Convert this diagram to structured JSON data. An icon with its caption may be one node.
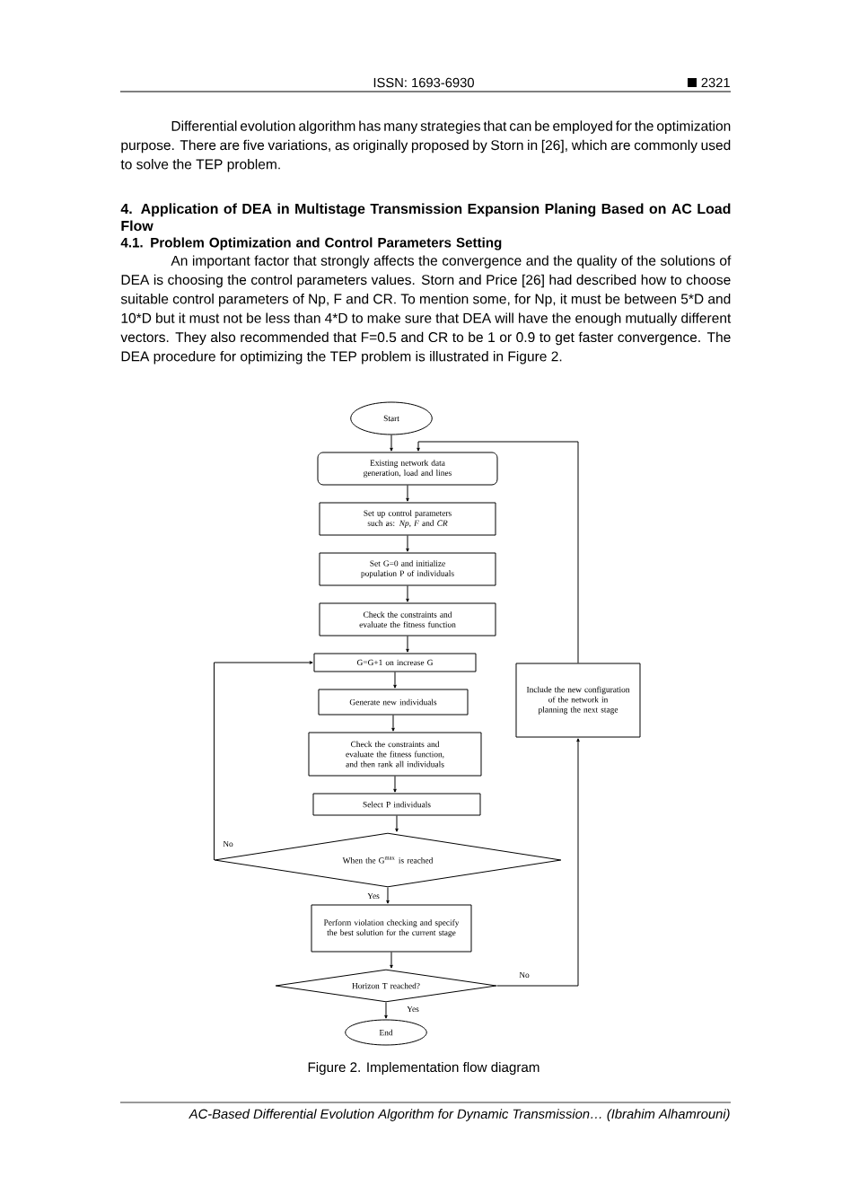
{
  "diagram": {
    "caption": "Figure 2. Implementation flow diagram",
    "nodes": [
      {
        "text": [
          "Start"
        ]
      },
      {
        "text": [
          "Existing network data generation, load and lines"
        ]
      },
      {
        "text": [
          "Set up control parameters such as: *Np*, *F* and *CR*"
        ]
      },
      {
        "text": [
          "Set G=0 and initialize population P of individuals"
        ]
      },
      {
        "text": [
          "Check the constraints and evaluate the fitness function"
        ]
      },
      {
        "text": [
          "G=G+1 on increase G"
        ]
      },
      {
        "text": [
          "Generate new individuals"
        ]
      },
      {
        "text": [
          "Check the constraints and evaluate the fitness function, and then rank all individuals"
        ]
      },
      {
        "text": [
          "Select P individuals"
        ]
      },
      {
        "text": [
          "When the G$^{max}$ is reached"
        ]
      },
      {
        "text": [
          "Perform violation checking and specify the best solution for the current stage"
        ]
      },
      {
        "text": [
          "Horizon T reached?"
        ]
      },
      {
        "text": [
          "End"
        ]
      },
      {
        "text": [
          "Include the new configuration of the network in planning the next stage"
        ]
      }
    ],
    "edges": [
      {
        "from": 0,
        "to": 1,
        "arrow": "to"
      },
      {
        "from": 1,
        "to": 2,
        "arrow": "to"
      },
      {
        "from": 2,
        "to": 3,
        "arrow": "to"
      },
      {
        "from": 3,
        "to": 4,
        "arrow": "to"
      },
      {
        "from": 4,
        "to": 5,
        "arrow": "to"
      },
      {
        "from": 5,
        "to": 6,
        "arrow": "to"
      },
      {
        "from": 6,
        "to": 7,
        "arrow": "to"
      },
      {
        "from": 7,
        "to": 8,
        "arrow": "to"
      },
      {
        "from": 8,
        "to": 9,
        "arrow": "to"
      },
      {
        "from": 9,
        "to": 10,
        "arrow": "to",
        "label": "Yes"
      },
      {
        "from": 10,
        "to": 11,
        "arrow": "to"
      },
      {
        "from": 11,
        "to": 12,
        "arrow": "to",
        "label": "Yes"
      },
      {
        "from": 9,
        "to": 5,
        "arrow": "to",
        "label": "No"
      },
      {
        "from": 11,
        "to": 13,
        "arrow": "to",
        "label": "No"
      },
      {
        "from": 13,
        "to": 1,
        "arrow": "to"
      }
    ],
    "labels": [
      "ISSN: 1693-6930",
      "2321",
      "Differential evolution algorithm has many strategies that can be employed for the optimization purpose. There are five variations, as originally proposed by Storn in [26], which are commonly used to solve the TEP problem.",
      "4. Application of DEA in Multistage Transmission Expansion Planing Based on AC Load Flow",
      "4.1. Problem Optimization and Control Parameters Setting",
      "An important factor that strongly affects the convergence and the quality of the solutions of DEA is choosing the control parameters values. Storn and Price [26] had described how to choose suitable control parameters of Np, F and CR. To mention some, for Np, it must be between 5*D and 10*D but it must not be less than 4*D to make sure that DEA will have the enough mutually different vectors. They also recommended that F=0.5 and CR to be 1 or 0.9 to get faster convergence. The DEA procedure for optimizing the TEP problem is illustrated in Figure 2.",
      "AC-Based Differential Evolution Algorithm for Dynamic Transmission… (Ibrahim Alhamrouni)"
    ]
  }
}
